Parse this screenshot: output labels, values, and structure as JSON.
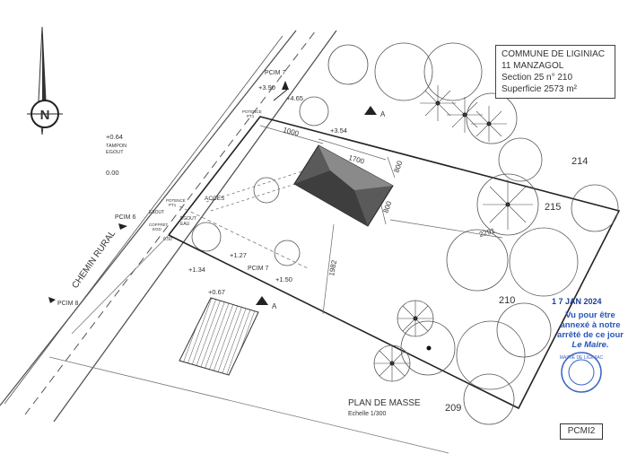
{
  "cartouche": {
    "commune": "COMMUNE DE LIGINIAC",
    "address": "11 MANZAGOL",
    "section": "Section 25 n° 210",
    "surface": "Superficie  2573 m²"
  },
  "north_label": "N",
  "road_label": "CHEMIN RURAL",
  "plan_title": "PLAN DE MASSE",
  "plan_scale": "Echelle  1/300",
  "sheet_id": "PCMI2",
  "parcels": {
    "p214": "214",
    "p215": "215",
    "p210": "210",
    "p209": "209"
  },
  "dimensions": {
    "d1000": "1000",
    "d1700": "1700",
    "d800a": "800",
    "d800b": "800",
    "d2291": "2291",
    "d1982": "1982"
  },
  "levels": {
    "l390": "+3.90",
    "l465": "+4.65",
    "l354": "+3.54",
    "l064": "+0.64",
    "l000": "0.00",
    "l127": "+1.27",
    "l150": "+1.50",
    "l134": "+1.34",
    "l067": "+0.67",
    "l050": "0.50"
  },
  "notes": {
    "pcim7a": "PCIM 7",
    "pcim7b": "PCIM 7",
    "pcim6": "PCIM 6",
    "pcim8": "PCIM 8",
    "tampon": "TAMPON",
    "egout": "EGOUT",
    "acces": "ACCES",
    "esout": "ESOUT",
    "eau": "EAU",
    "coffret": "COFFRET",
    "egd": "EGD",
    "potence": "POTENCE",
    "pt1": "PT1",
    "potence2": "POTENCE",
    "pt1b": "PT1",
    "egout2": "EGOUT",
    "coupeA1": "A",
    "coupeA2": "A"
  },
  "date_stamp": "1 7 JAN 2024",
  "mayor_stamp": {
    "line1": "Vu pour être",
    "line2": "annexé à notre",
    "line3": "arrêté de ce jour",
    "line4": "Le Maire."
  },
  "seal_text": "MAIRIE DE LIGINIAC"
}
